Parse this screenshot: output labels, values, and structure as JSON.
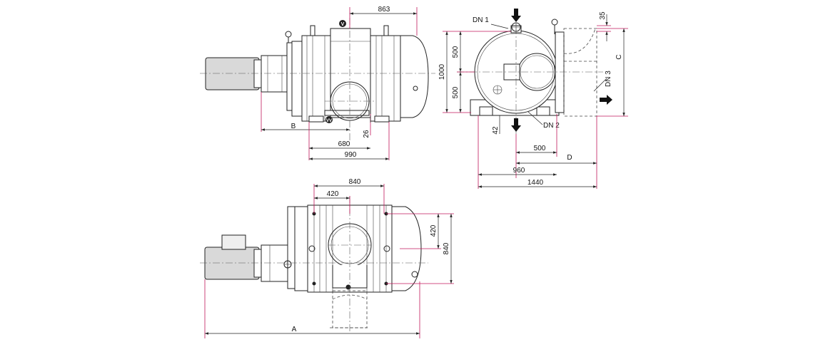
{
  "drawing": {
    "side_view": {
      "dims": {
        "top": "863",
        "b": "B",
        "d26": "26",
        "d680": "680",
        "d990": "990"
      },
      "markers": {
        "top": "V",
        "bottom": "VV"
      }
    },
    "end_view": {
      "dims": {
        "h1000": "1000",
        "h500a": "500",
        "h500b": "500",
        "d35": "35",
        "c": "C",
        "d42": "42",
        "w500": "500",
        "d": "D",
        "w960": "960",
        "w1440": "1440"
      },
      "ports": {
        "inlet": "DN 1",
        "outlet": "DN 2",
        "side": "DN 3"
      }
    },
    "plan_view": {
      "dims": {
        "w840": "840",
        "w420": "420",
        "h420": "420",
        "h840": "840",
        "a": "A"
      }
    }
  }
}
